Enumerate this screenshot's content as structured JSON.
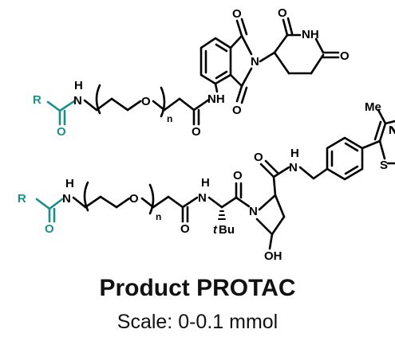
{
  "caption": {
    "title": "Product PROTAC",
    "subtitle": "Scale: 0-0.1 mmol"
  },
  "molecule_top": {
    "r_label": "R",
    "carbonyl_o": "O",
    "nh_label": "N",
    "h_label": "H",
    "ether_o": "O",
    "n_label": "n",
    "amide_o": "O",
    "aryl_nh": "NH",
    "imide_o_top": "O",
    "imide_o_bottom": "O",
    "imide_n": "N",
    "glut_o_top": "O",
    "glut_nh": "NH",
    "glut_o_right": "O"
  },
  "molecule_bottom": {
    "r_label": "R",
    "carbonyl_o": "O",
    "nh_label": "N",
    "h_label": "H",
    "ether_o": "O",
    "n_label": "n",
    "amide_o": "O",
    "vhl_n": "N",
    "vhl_h": "H",
    "tbu_t": "t",
    "tbu_bu": "Bu",
    "amide2_o": "O",
    "pro_n": "N",
    "oh_label": "OH",
    "amide3_o": "O",
    "amide3_n": "N",
    "amide3_h": "H",
    "me_label": "Me",
    "s_label": "S",
    "thiazole_n": "N"
  },
  "colors": {
    "teal": "#1a8f8a",
    "black": "#000000"
  }
}
